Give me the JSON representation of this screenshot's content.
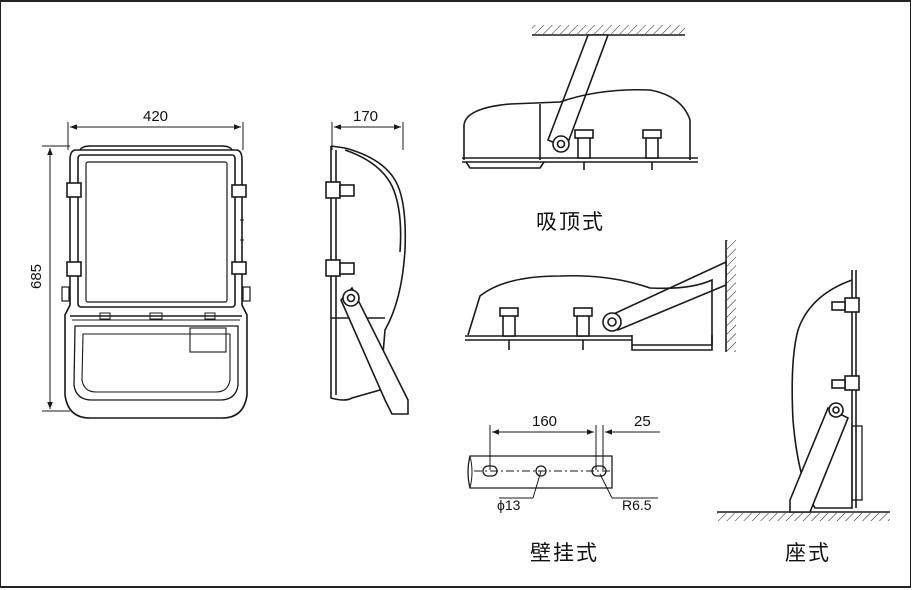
{
  "dimensions": {
    "front_width": "420",
    "front_height": "685",
    "side_depth": "170",
    "hole_spacing": "160",
    "hole_offset": "25",
    "hole_diameter": "ϕ13",
    "slot_radius": "R6.5"
  },
  "captions": {
    "ceiling_mount": "吸顶式",
    "wall_mount": "壁挂式",
    "floor_mount": "座式"
  },
  "colors": {
    "line": "#1a1a1a",
    "light_line": "#555555"
  }
}
